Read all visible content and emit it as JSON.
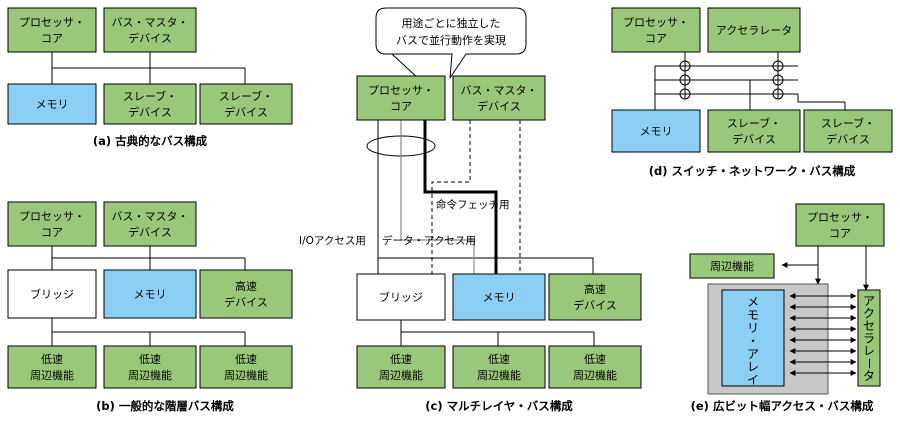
{
  "a": {
    "cpu": [
      "プロセッサ・",
      "コア"
    ],
    "master": [
      "バス・マスタ・",
      "デバイス"
    ],
    "memory": [
      "メモリ"
    ],
    "slave1": [
      "スレーブ・",
      "デバイス"
    ],
    "slave2": [
      "スレーブ・",
      "デバイス"
    ],
    "caption": "(a)  古典的なバス構成"
  },
  "b": {
    "cpu": [
      "プロセッサ・",
      "コア"
    ],
    "master": [
      "バス・マスタ・",
      "デバイス"
    ],
    "bridge": [
      "ブリッジ"
    ],
    "memory": [
      "メモリ"
    ],
    "fast": [
      "高速",
      "デバイス"
    ],
    "low1": [
      "低速",
      "周辺機能"
    ],
    "low2": [
      "低速",
      "周辺機能"
    ],
    "low3": [
      "低速",
      "周辺機能"
    ],
    "caption": "(b)  一般的な階層バス構成"
  },
  "c": {
    "callout": [
      "用途ごとに独立した",
      "バスで並行動作を実現"
    ],
    "cpu": [
      "プロセッサ・",
      "コア"
    ],
    "master": [
      "バス・マスタ・",
      "デバイス"
    ],
    "instr_label": "命令フェッチ用",
    "io_label": "I/Oアクセス用",
    "data_label": "データ・アクセス用",
    "bridge": [
      "ブリッジ"
    ],
    "memory": [
      "メモリ"
    ],
    "fast": [
      "高速",
      "デバイス"
    ],
    "low1": [
      "低速",
      "周辺機能"
    ],
    "low2": [
      "低速",
      "周辺機能"
    ],
    "low3": [
      "低速",
      "周辺機能"
    ],
    "caption": "(c)  マルチレイヤ・バス構成"
  },
  "d": {
    "cpu": [
      "プロセッサ・",
      "コア"
    ],
    "accel": [
      "アクセラレータ"
    ],
    "memory": [
      "メモリ"
    ],
    "slave1": [
      "スレーブ・",
      "デバイス"
    ],
    "slave2": [
      "スレーブ・",
      "デバイス"
    ],
    "caption": "(d)  スイッチ・ネットワーク・バス構成"
  },
  "e": {
    "cpu": [
      "プロセッサ・",
      "コア"
    ],
    "periph": [
      "周辺機能"
    ],
    "mem_array": "メモリ・アレイ",
    "accel": "アクセラレータ",
    "caption": "(e)  広ビット幅アクセス・バス構成"
  },
  "colors": {
    "green": "#9ac87a",
    "blue": "#8ccff5",
    "white": "#ffffff",
    "gray_panel": "#c8c8c8"
  }
}
